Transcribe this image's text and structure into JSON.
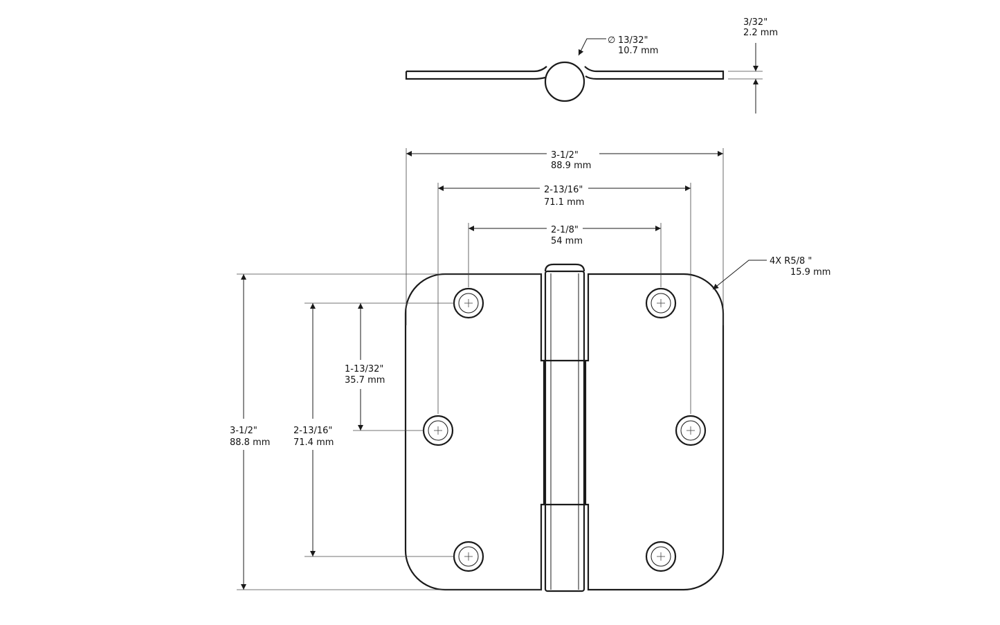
{
  "colors": {
    "line": "#1a1a1a",
    "background": "#ffffff"
  },
  "side_view": {
    "pin_diameter": {
      "symbol": "∅",
      "inch": "13/32\"",
      "mm": "10.7  mm"
    },
    "thickness": {
      "inch": "3/32\"",
      "mm": "2.2  mm"
    }
  },
  "dimensions": {
    "overall_width": {
      "inch": "3-1/2\"",
      "mm": "88.9  mm"
    },
    "outer_hole_spacing_h": {
      "inch": "2-13/16\"",
      "mm": "71.1 mm"
    },
    "inner_hole_spacing_h": {
      "inch": "2-1/8\"",
      "mm": "54  mm"
    },
    "overall_height": {
      "inch": "3-1/2\"",
      "mm": "88.8  mm"
    },
    "outer_hole_spacing_v": {
      "inch": "2-13/16\"",
      "mm": "71.4 mm"
    },
    "hole_to_middle_v": {
      "inch": "1-13/32\"",
      "mm": "35.7  mm"
    },
    "corner_radius": {
      "inch": "4X R5/8  \"",
      "mm": "15.9  mm"
    }
  }
}
